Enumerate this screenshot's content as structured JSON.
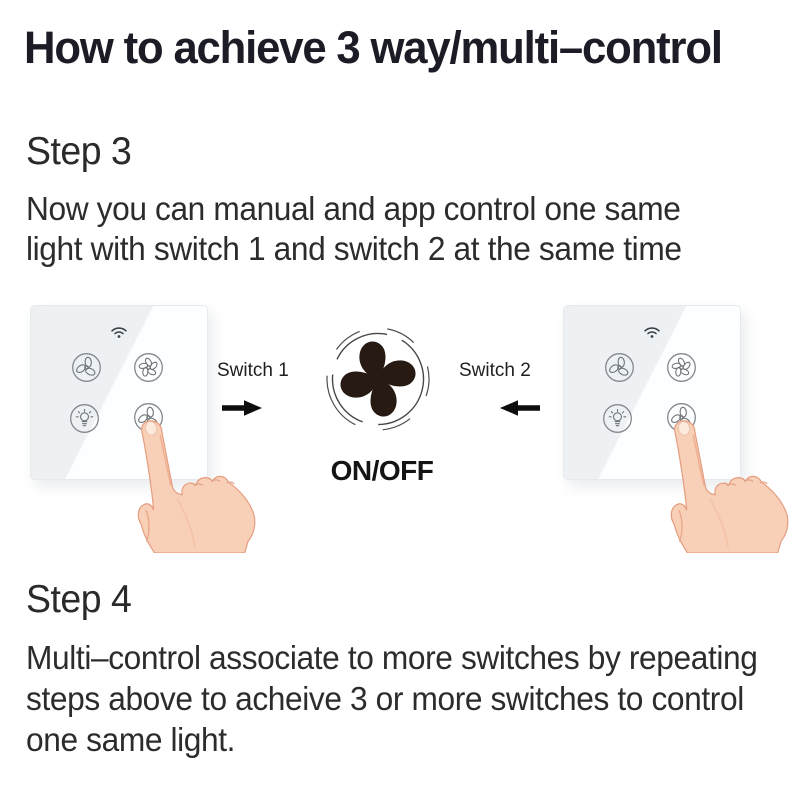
{
  "title": "How to achieve 3 way/multi–control",
  "step3": {
    "heading": "Step 3",
    "lines": [
      "Now you can manual and app control one same",
      "light with switch 1 and switch 2 at the same time"
    ]
  },
  "step4": {
    "heading": "Step 4",
    "lines": [
      "Multi–control associate to more switches by repeating",
      "steps above to acheive 3 or more switches to control",
      "one same light."
    ]
  },
  "diagram": {
    "switch1_label": "Switch 1",
    "switch2_label": "Switch 2",
    "on_off_label": "ON/OFF",
    "icons": {
      "panel_status": "wifi-icon",
      "panel_buttons": [
        "fan-3-blade-icon",
        "fan-5-blade-icon",
        "light-bulb-icon",
        "fan-3-blade-icon"
      ],
      "center": "ceiling-fan-blades-icon",
      "arrows": [
        "arrow-right-icon",
        "arrow-left-icon"
      ],
      "pointer": "pointing-hand-illustration"
    },
    "colors": {
      "fan_blades": "#271a12",
      "arrow": "#0d0d0d",
      "panel_tint": "#edf1f4",
      "panel_white": "#fdfeff",
      "hand_skin": "#f8cfb7",
      "button_outline": "#85898e"
    }
  },
  "colors": {
    "background": "#ffffff",
    "title_text": "#1c1c26",
    "body_text": "#2c2c2c"
  }
}
